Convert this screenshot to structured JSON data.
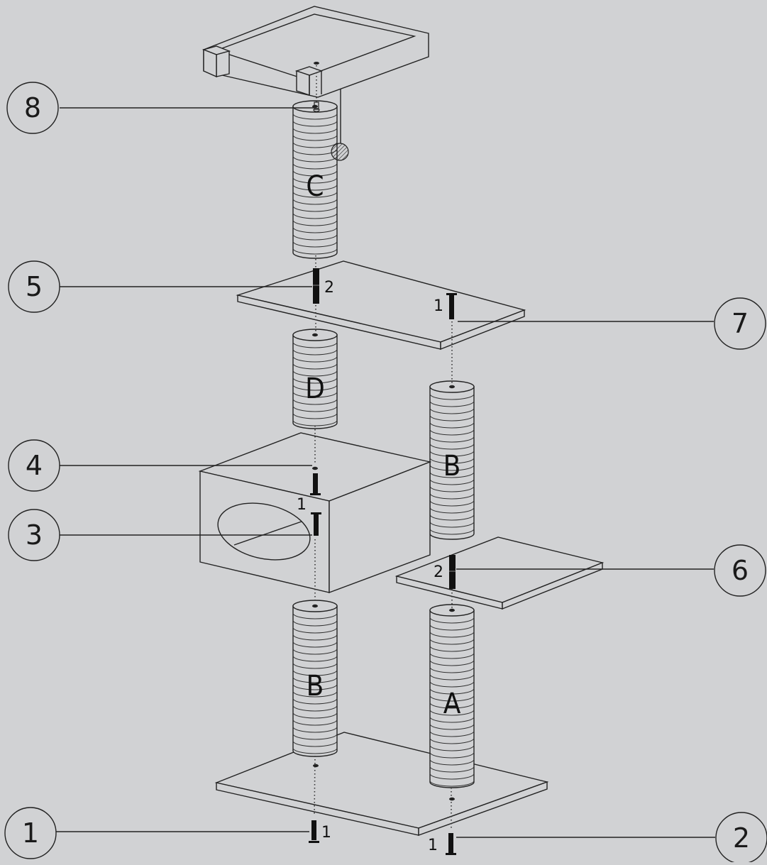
{
  "diagram": {
    "posts": {
      "C": "C",
      "D": "D",
      "B_upper": "B",
      "B_lower": "B",
      "A": "A"
    },
    "callouts": [
      "1",
      "2",
      "3",
      "4",
      "5",
      "6",
      "7",
      "8"
    ],
    "quantities": {
      "screw_1": "1",
      "screw_2": "1",
      "screw_3": "1",
      "bolt_5": "2",
      "screw_7": "1",
      "bolt_6": "2"
    }
  }
}
